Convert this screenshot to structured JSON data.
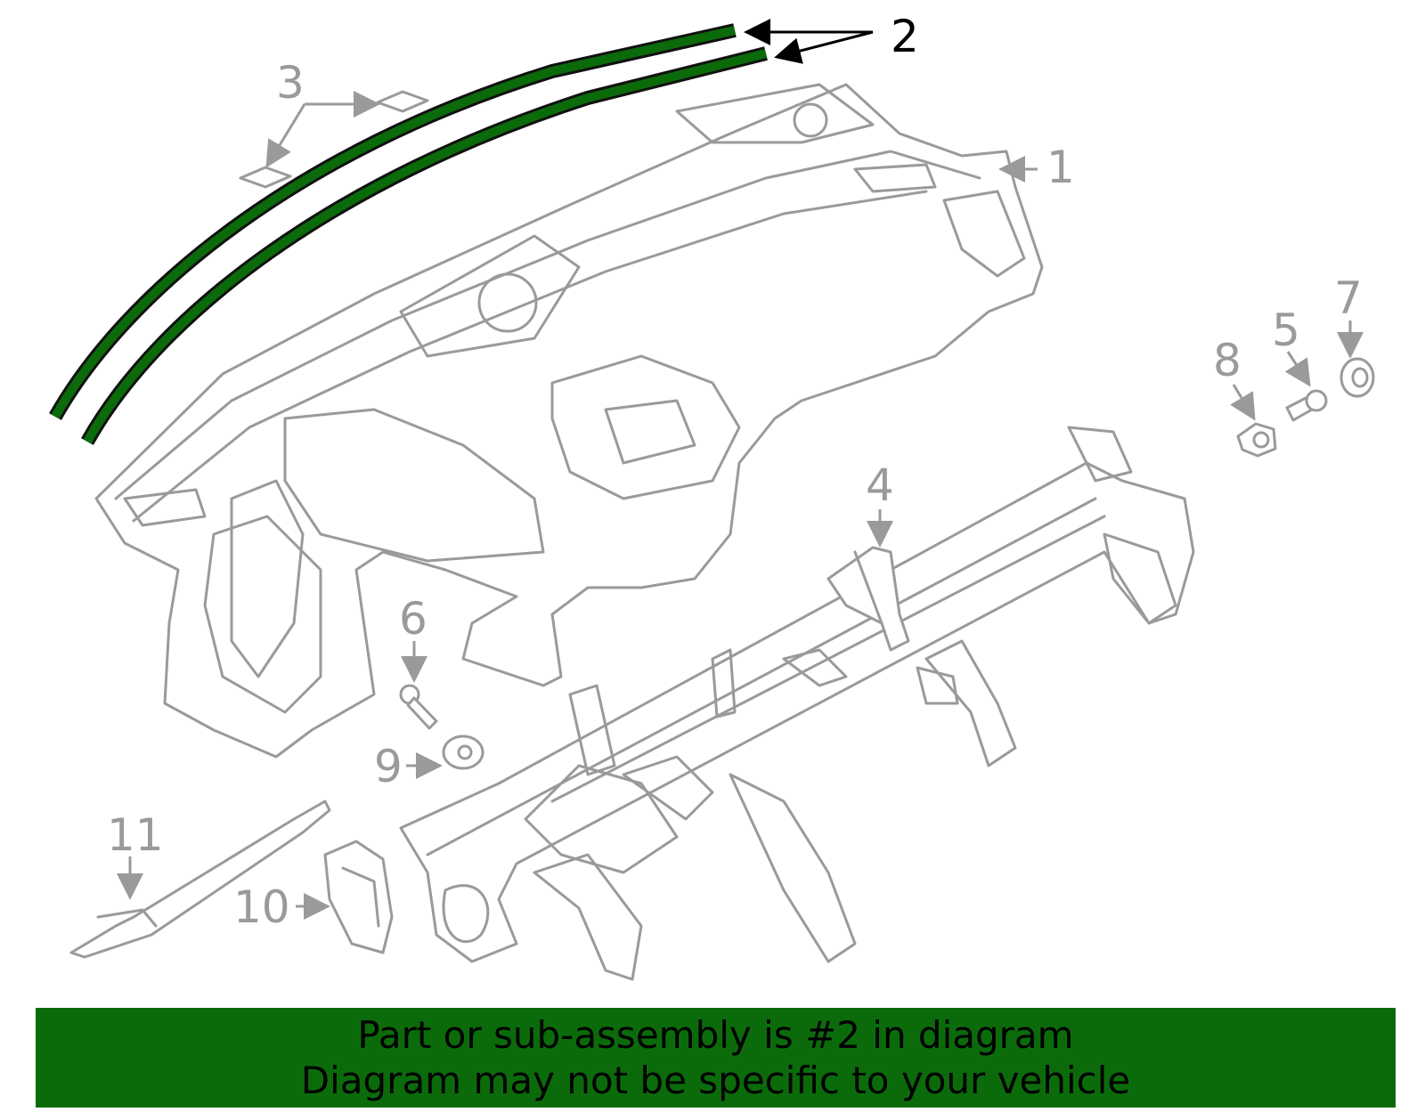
{
  "callouts": {
    "c1": "1",
    "c2": "2",
    "c3": "3",
    "c4": "4",
    "c5": "5",
    "c6": "6",
    "c7": "7",
    "c8": "8",
    "c9": "9",
    "c10": "10",
    "c11": "11"
  },
  "highlight": {
    "part_number": "2",
    "color": "#0b6b0b"
  },
  "banner": {
    "line1": "Part or sub-assembly is #2 in diagram",
    "line2": "Diagram may not be specific to your vehicle",
    "background": "#0b6b0b"
  }
}
